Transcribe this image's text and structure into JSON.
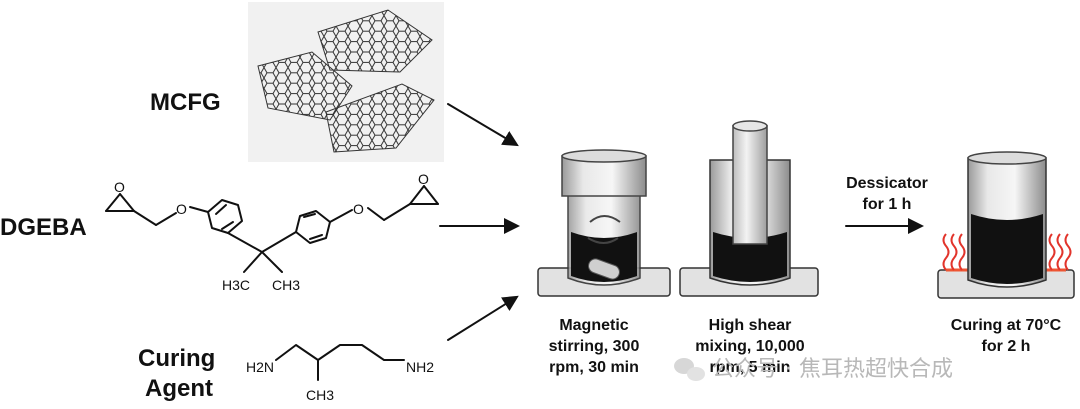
{
  "reactants": {
    "mcfg": "MCFG",
    "dgeba": "DGEBA",
    "curing_agent_line1": "Curing",
    "curing_agent_line2": "Agent"
  },
  "chem": {
    "oxygen": "O",
    "h3c": "H3C",
    "ch3": "CH3",
    "h2n": "H2N",
    "nh2": "NH2"
  },
  "steps": {
    "magnetic": [
      "Magnetic",
      "stirring, 300",
      "rpm, 30 min"
    ],
    "shear": [
      "High shear",
      "mixing, 10,000",
      "rpm, 5 min"
    ],
    "dessicator": [
      "Dessicator",
      "for 1 h"
    ],
    "curing": [
      "Curing at 70°C",
      "for 2 h"
    ]
  },
  "watermark": "公众号 · 焦耳热超快合成"
}
